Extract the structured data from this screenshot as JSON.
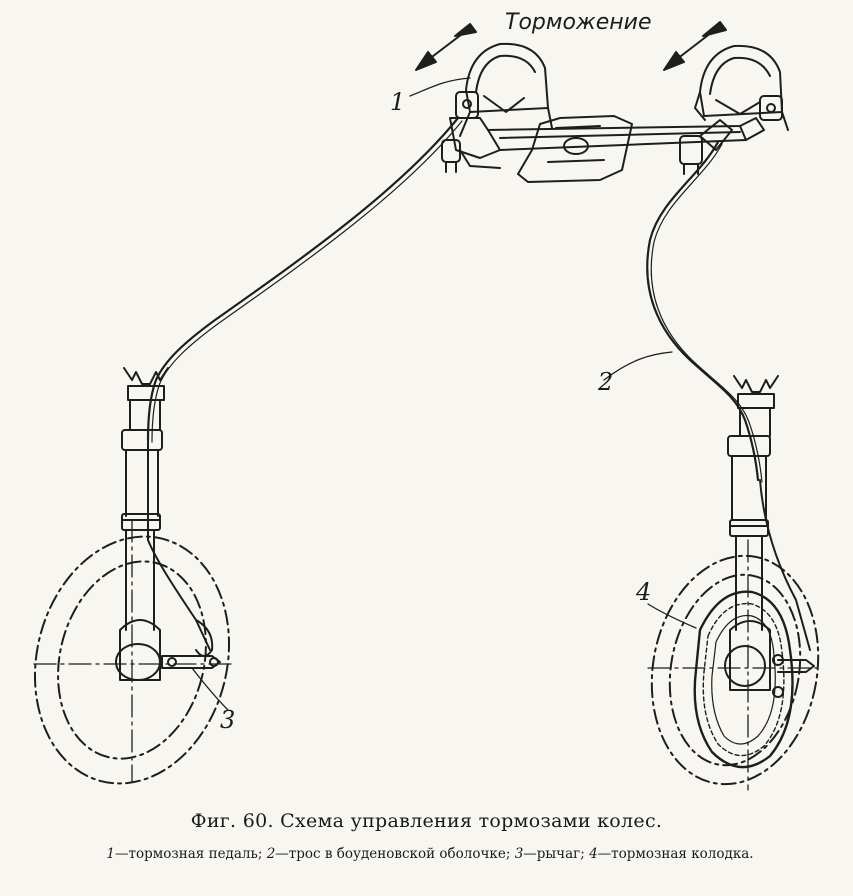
{
  "diagram": {
    "action_label": "Торможение",
    "labels": {
      "pedal": "1",
      "cable": "2",
      "lever": "3",
      "shoe": "4"
    }
  },
  "caption": {
    "title": "Фиг. 60. Схема управления тормозами колес.",
    "legend": [
      {
        "num": "1",
        "text": "—тормозная педаль; "
      },
      {
        "num": "2",
        "text": "—трос в боуденовской оболочке; "
      },
      {
        "num": "3",
        "text": "—рычаг; "
      },
      {
        "num": "4",
        "text": "—тормозная колодка."
      }
    ]
  }
}
